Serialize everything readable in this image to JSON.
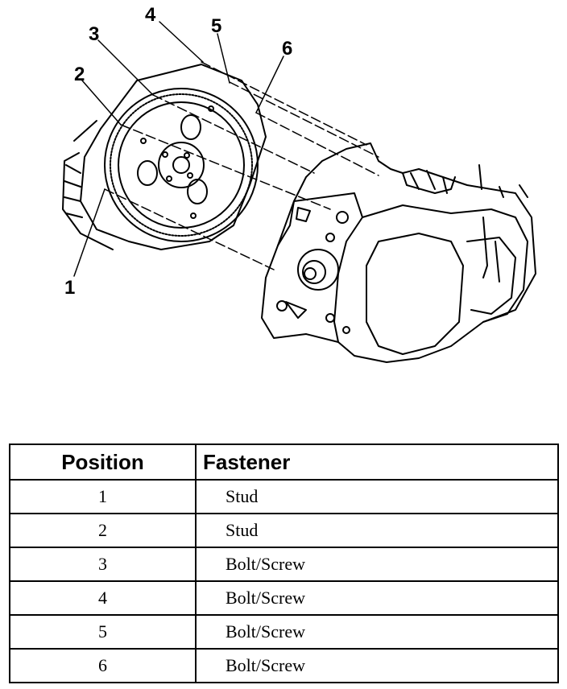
{
  "diagram": {
    "callouts": [
      "1",
      "2",
      "3",
      "4",
      "5",
      "6"
    ]
  },
  "table": {
    "headers": {
      "position": "Position",
      "fastener": "Fastener"
    },
    "rows": [
      {
        "position": "1",
        "fastener": "Stud"
      },
      {
        "position": "2",
        "fastener": "Stud"
      },
      {
        "position": "3",
        "fastener": "Bolt/Screw"
      },
      {
        "position": "4",
        "fastener": "Bolt/Screw"
      },
      {
        "position": "5",
        "fastener": "Bolt/Screw"
      },
      {
        "position": "6",
        "fastener": "Bolt/Screw"
      }
    ]
  }
}
